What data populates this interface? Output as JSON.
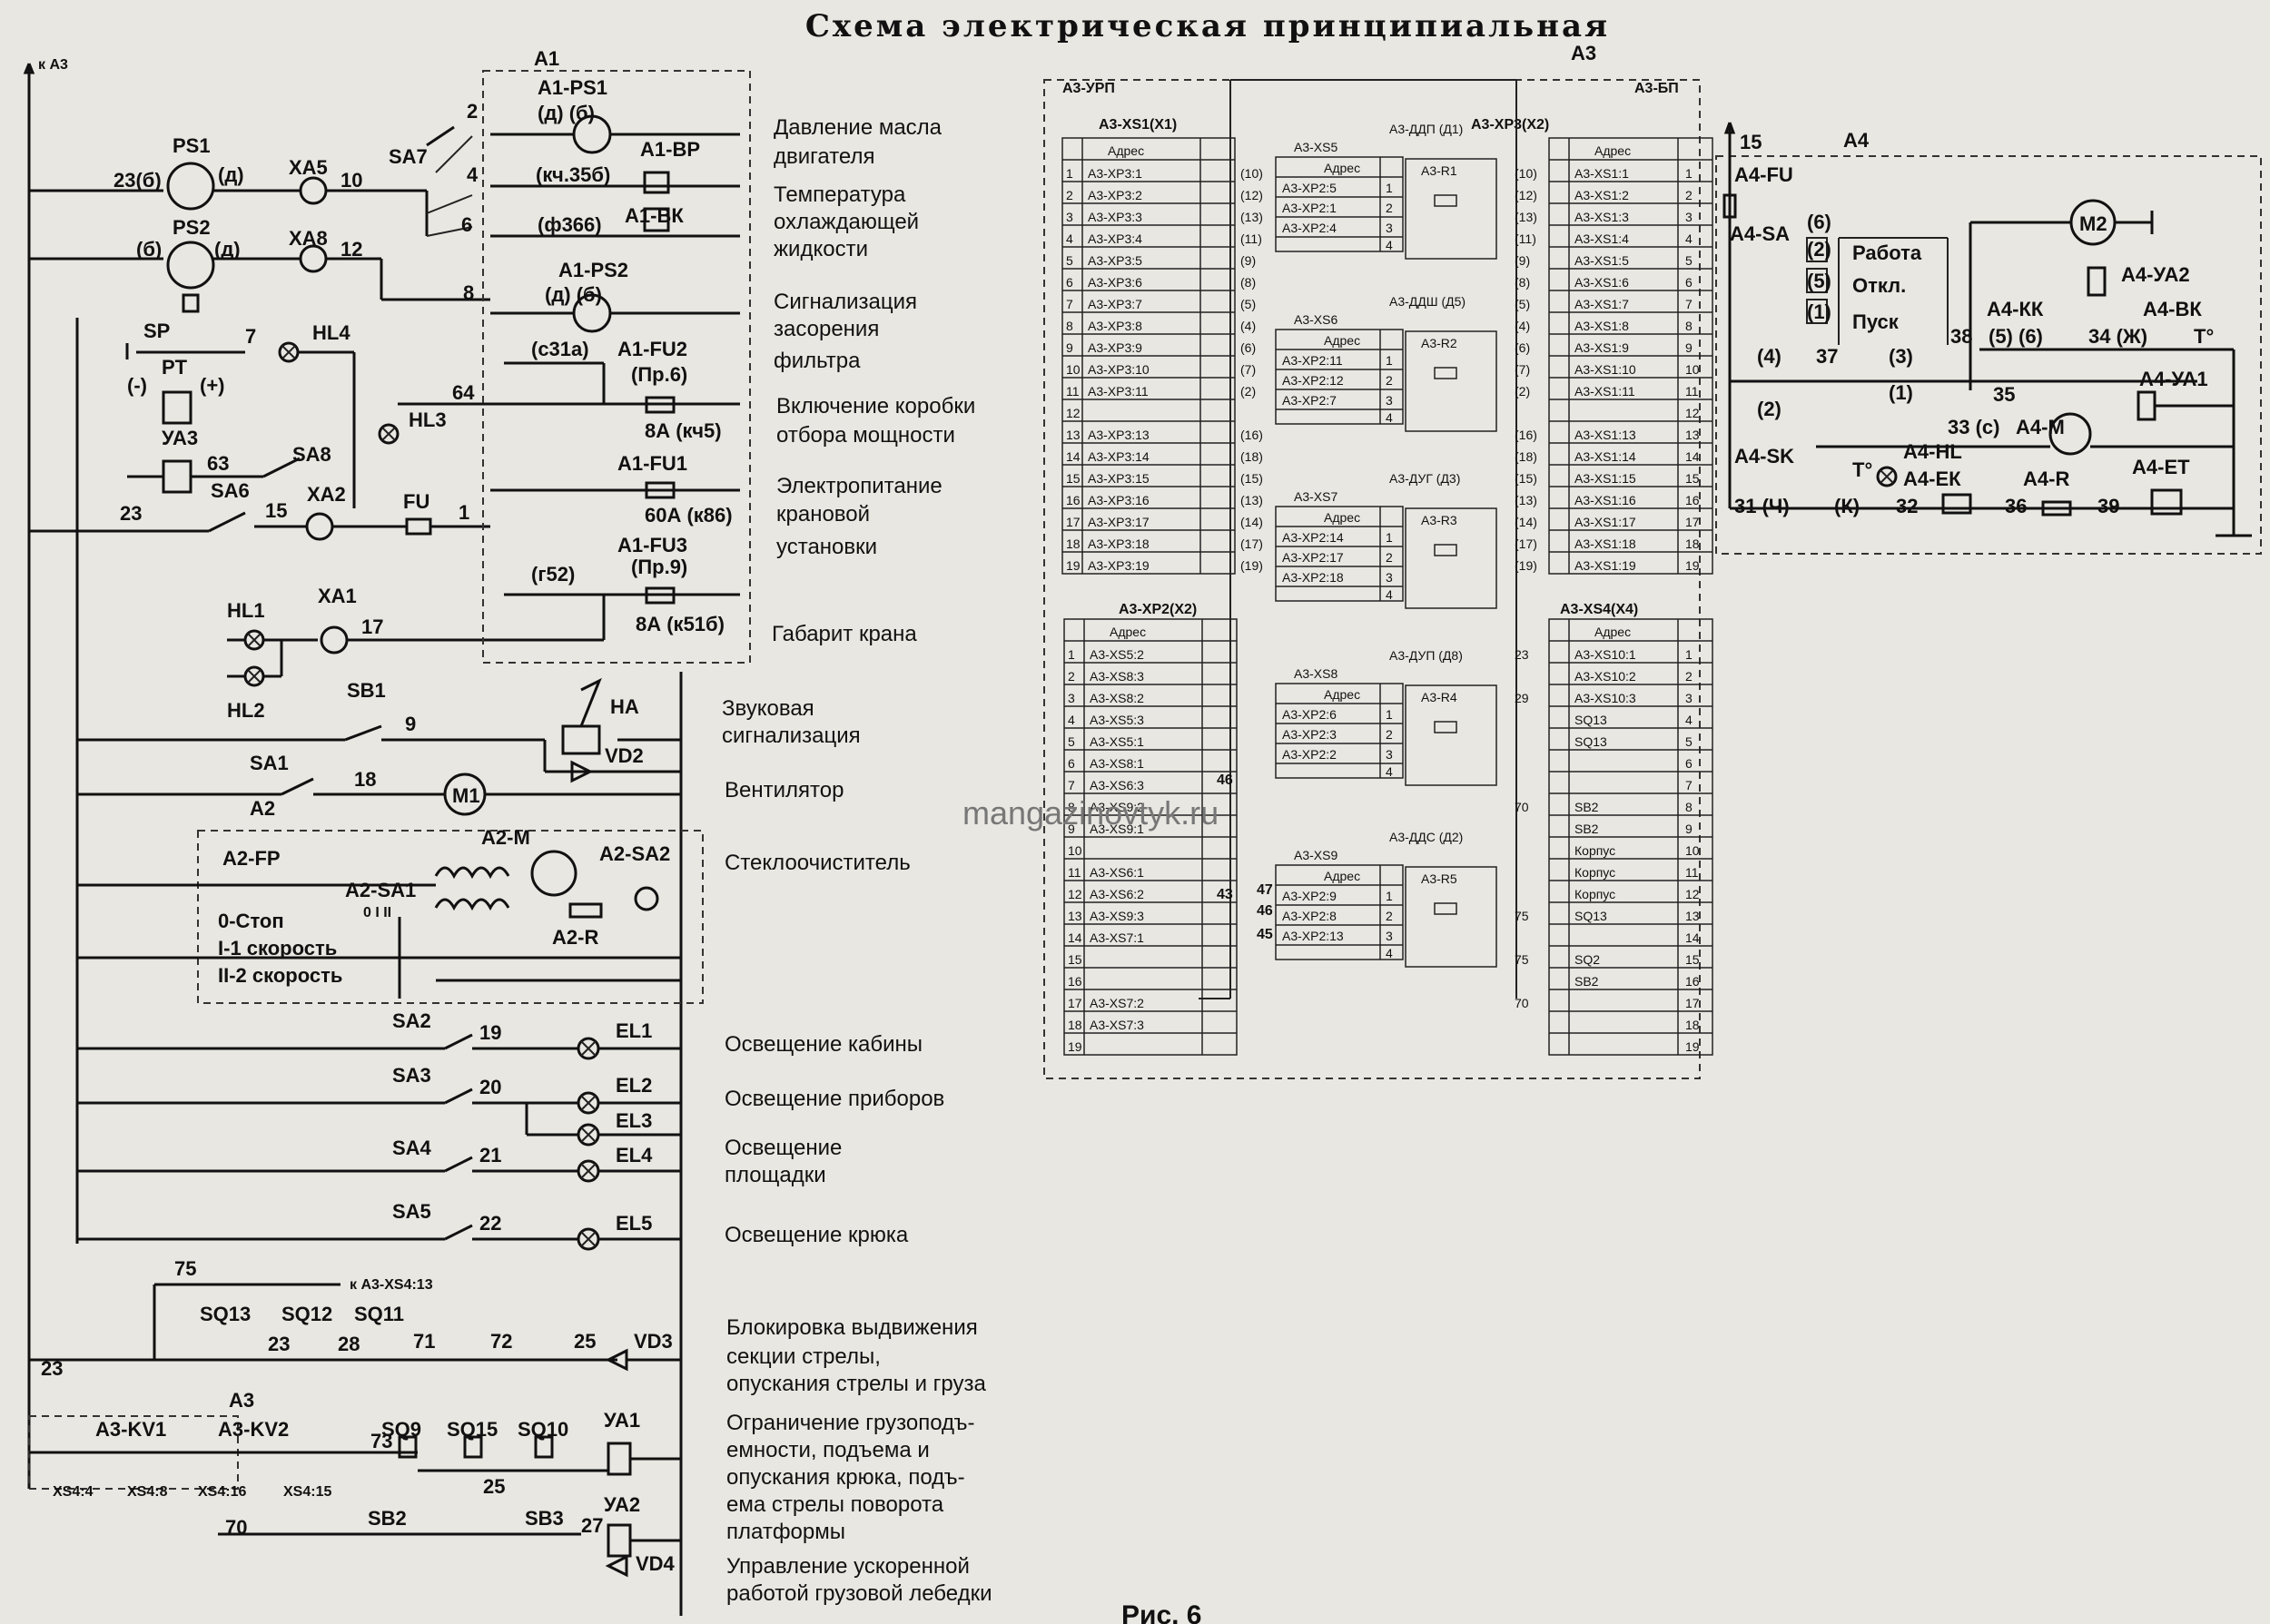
{
  "title": "Схема электрическая принципиальная",
  "left": {
    "k_a3": "к А3",
    "a1": "А1",
    "rows": [
      {
        "left": "23(б)",
        "id": "PS1",
        "pins": "(д)",
        "xa": "ХА5",
        "wire": "10"
      },
      {
        "left": "(б)",
        "id": "PS2",
        "pins": "(д)",
        "xa": "ХА8",
        "wire": "12"
      }
    ],
    "sa7": "SA7",
    "sp": "SP",
    "pt": "PT",
    "pt_minus": "(-)",
    "pt_plus": "(+)",
    "w7": "7",
    "hl4": "HL4",
    "ya3": "УА3",
    "sa8": "SA8",
    "hl3": "HL3",
    "w63": "63",
    "w64": "64",
    "w23a": "23",
    "sa6": "SA6",
    "w15": "15",
    "xa2": "ХА2",
    "fu": "FU",
    "w1": "1",
    "hl1": "HL1",
    "hl2": "HL2",
    "xa1": "ХА1",
    "w17": "17",
    "sb1": "SB1",
    "w9": "9",
    "ha": "НА",
    "vd2": "VD2",
    "sa1": "SA1",
    "a2": "А2",
    "w18": "18",
    "m1": "М1",
    "a2ff": "A2-FP",
    "a2m": "А2-М",
    "a2sa2": "A2-SA2",
    "a2sa1": "A2-SA1",
    "a2sa1pos": "0 I II",
    "a2r": "А2-R",
    "wiper_modes": [
      "0-Стоп",
      "I-1 скорость",
      "II-2 скорость"
    ],
    "lights": [
      {
        "sw": "SA2",
        "w": "19",
        "el": "EL1",
        "label": "Освещение кабины"
      },
      {
        "sw": "SA3",
        "w": "20",
        "el": "EL2",
        "label": "Освещение приборов"
      },
      {
        "sw": "SA4",
        "w": "21",
        "el": "EL4",
        "label": "Освещение площадки"
      },
      {
        "sw": "SA5",
        "w": "22",
        "el": "EL5",
        "label": "Освещение крюка"
      }
    ],
    "el3": "EL3",
    "w75": "75",
    "to_xs4": "к А3-XS4:13",
    "sq13": "SQ13",
    "sq12": "SQ12",
    "sq11": "SQ11",
    "w23b": "23",
    "w28": "28",
    "w71": "71",
    "w72": "72",
    "w25": "25",
    "vd3": "VD3",
    "w23c": "23",
    "a3": "А3",
    "kv1": "А3-KV1",
    "kv2": "А3-KV2",
    "sq9": "SQ9",
    "sq15": "SQ15",
    "sq10": "SQ10",
    "ya1": "УА1",
    "w73": "73",
    "xs1": "XS4:4",
    "xs2": "XS4:8",
    "xs3": "XS4:16",
    "xs4": "XS4:15",
    "w25b": "25",
    "w70": "70",
    "sb2": "SB2",
    "sb3": "SB3",
    "w27": "27",
    "ya2": "УА2",
    "vd4": "VD4"
  },
  "a1": {
    "ps1": "А1-PS1",
    "ps1pins": "(д)   (б)",
    "bp": "А1-ВР",
    "bk": "А1-ВК",
    "kch35": "(кч.35б)",
    "f366": "(ф366)",
    "ps2": "А1-PS2",
    "ps2pins": "(д)    (б)",
    "w2": "2",
    "w4": "4",
    "w6": "6",
    "w8": "8",
    "c31a": "(с31а)",
    "fu2": "А1-FU2",
    "fu2pr": "(Пр.6)",
    "fu2a": "8А (кч5)",
    "fu1": "А1-FU1",
    "fu1a": "60А (к86)",
    "g52": "(г52)",
    "fu3": "А1-FU3",
    "fu3pr": "(Пр.9)",
    "fu3a": "8А (к51б)"
  },
  "labels": [
    "Давление масла двигателя",
    "Температура охлаждающей жидкости",
    "Сигнализация засорения фильтра",
    "Включение коробки отбора мощности",
    "Электропитание крановой установки",
    "Габарит крана",
    "Звуковая сигнализация",
    "Вентилятор",
    "Стеклоочиститель",
    "Блокировка выдвижения секции стрелы, опускания стрелы и груза",
    "Ограничение грузоподъемности, подъема и опускания крюка, подъема стрелы поворота платформы",
    "Управление ускоренной работой грузовой лебедки"
  ],
  "a3": {
    "title": "А3",
    "urp": "А3-УРП",
    "bp": "А3-БП",
    "x1": "А3-XS1(X1)",
    "x2": "А3-XP2(X2)",
    "xp3": "А3-XP3(X2)",
    "xs4": "А3-XS4(X4)",
    "addr": "Адрес",
    "x1_rows": [
      "А3-XP3:1",
      "А3-XP3:2",
      "А3-XP3:3",
      "А3-XP3:4",
      "А3-XP3:5",
      "А3-XP3:6",
      "А3-XP3:7",
      "А3-XP3:8",
      "А3-XP3:9",
      "А3-XP3:10",
      "А3-XP3:11",
      "",
      "А3-XP3:13",
      "А3-XP3:14",
      "А3-XP3:15",
      "А3-XP3:16",
      "А3-XP3:17",
      "А3-XP3:18",
      "А3-XP3:19"
    ],
    "x1_wires": [
      "(10)",
      "(12)",
      "(13)",
      "(11)",
      "(9)",
      "(8)",
      "(5)",
      "(4)",
      "(6)",
      "(7)",
      "(2)",
      "",
      "(16)",
      "(18)",
      "(15)",
      "(13)",
      "(14)",
      "(17)",
      "(19)"
    ],
    "x2_rows": [
      "А3-XS5:2",
      "А3-XS8:3",
      "А3-XS8:2",
      "А3-XS5:3",
      "А3-XS5:1",
      "А3-XS8:1",
      "А3-XS6:3",
      "А3-XS9:2",
      "А3-XS9:1",
      "",
      "А3-XS6:1",
      "А3-XS6:2",
      "А3-XS9:3",
      "А3-XS7:1",
      "",
      "",
      "А3-XS7:2",
      "А3-XS7:3",
      ""
    ],
    "xp3_rows": [
      "А3-XS1:1",
      "А3-XS1:2",
      "А3-XS1:3",
      "А3-XS1:4",
      "А3-XS1:5",
      "А3-XS1:6",
      "А3-XS1:7",
      "А3-XS1:8",
      "А3-XS1:9",
      "А3-XS1:10",
      "А3-XS1:11",
      "",
      "А3-XS1:13",
      "А3-XS1:14",
      "А3-XS1:15",
      "А3-XS1:16",
      "А3-XS1:17",
      "А3-XS1:18",
      "А3-XS1:19"
    ],
    "xs4_rows": [
      "А3-XS10:1",
      "А3-XS10:2",
      "А3-XS10:3",
      "SQ13",
      "SQ13",
      "",
      "",
      "SB2",
      "SB2",
      "Корпус",
      "Корпус",
      "Корпус",
      "SQ13",
      "",
      "SQ2",
      "SB2",
      "",
      "",
      ""
    ],
    "xs4_wires": [
      "23",
      "",
      "29",
      "",
      "",
      "",
      "",
      "70",
      "",
      "",
      "",
      "",
      "75",
      "",
      "75",
      "",
      "70"
    ],
    "sensors": [
      {
        "name": "А3-ДДП (Д1)",
        "xs": "А3-XS5",
        "r": "А3-R1",
        "rows": [
          "А3-XP2:5",
          "А3-XP2:1",
          "А3-XP2:4"
        ]
      },
      {
        "name": "А3-ДДШ (Д5)",
        "xs": "А3-XS6",
        "r": "А3-R2",
        "rows": [
          "А3-XP2:11",
          "А3-XP2:12",
          "А3-XP2:7"
        ]
      },
      {
        "name": "А3-ДУГ (Д3)",
        "xs": "А3-XS7",
        "r": "А3-R3",
        "rows": [
          "А3-XP2:14",
          "А3-XP2:17",
          "А3-XP2:18"
        ]
      },
      {
        "name": "А3-ДУП (Д8)",
        "xs": "А3-XS8",
        "r": "А3-R4",
        "rows": [
          "А3-XP2:6",
          "А3-XP2:3",
          "А3-XP2:2"
        ]
      },
      {
        "name": "А3-ДДС (Д2)",
        "xs": "А3-XS9",
        "r": "А3-R5",
        "rows": [
          "А3-XP2:9",
          "А3-XP2:8",
          "А3-XP2:13"
        ]
      }
    ],
    "x2_in": [
      "46",
      "43"
    ],
    "x9_in": [
      "47",
      "46",
      "45"
    ]
  },
  "a4": {
    "title": "А4",
    "w15": "15",
    "fu": "А4-FU",
    "sa": "А4-SA",
    "sa6": "(6)",
    "pos": [
      "(2)",
      "(5)",
      "(1)"
    ],
    "modes": [
      "Работа",
      "Откл.",
      "Пуск"
    ],
    "m2": "М2",
    "ya2": "А4-УА2",
    "kk": "А4-КК",
    "bk": "А4-ВК",
    "kk_pins": "(5)   (6)",
    "w38": "38",
    "w34": "34 (Ж)",
    "t": "Т°",
    "w37": "37",
    "p4": "(4)",
    "p3": "(3)",
    "p2": "(2)",
    "p1": "(1)",
    "w35": "35",
    "ya1": "А4-УА1",
    "w33": "33 (с)",
    "m": "А4-М",
    "sk": "А4-SK",
    "hl": "А4-HL",
    "ek": "А4-ЕК",
    "r": "А4-R",
    "et": "А4-ЕТ",
    "w31": "31 (Ч)",
    "k": "(К)",
    "w32": "32",
    "w36": "36",
    "w39": "39"
  },
  "watermark": "mangazinovtyk.ru",
  "footer": "Рис. 6"
}
